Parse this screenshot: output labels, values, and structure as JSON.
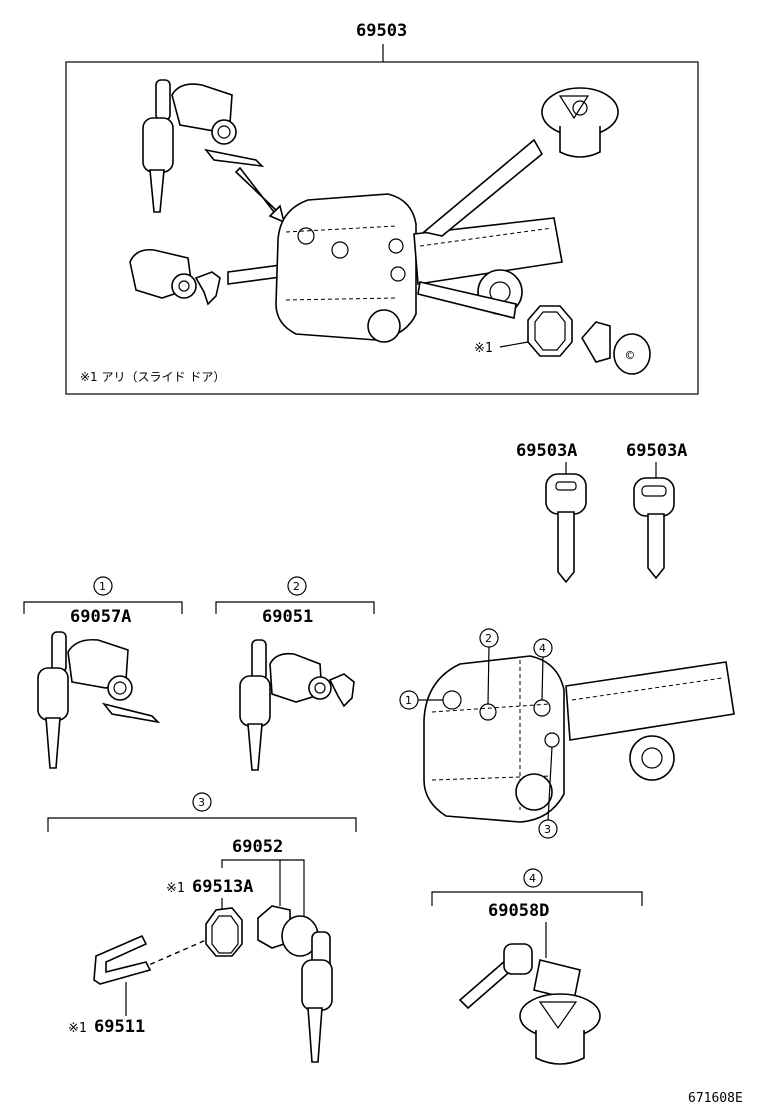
{
  "parts": {
    "top_set": "69503",
    "key_a1": "69503A",
    "key_a2": "69503A",
    "ignition": "69057A",
    "door_lock": "69051",
    "sub_assy": "69052",
    "retainer_ring": "69513A",
    "clip": "69511",
    "fuel_cap": "69058D"
  },
  "callouts": {
    "c1": "1",
    "c2": "2",
    "c3": "3",
    "c4": "4"
  },
  "notes": {
    "box_note": "※1 アリ（スライド ドア）",
    "mark_ring_top": "※1",
    "mark_ring": "※1",
    "mark_clip": "※1"
  },
  "diagram_id": "671608E"
}
